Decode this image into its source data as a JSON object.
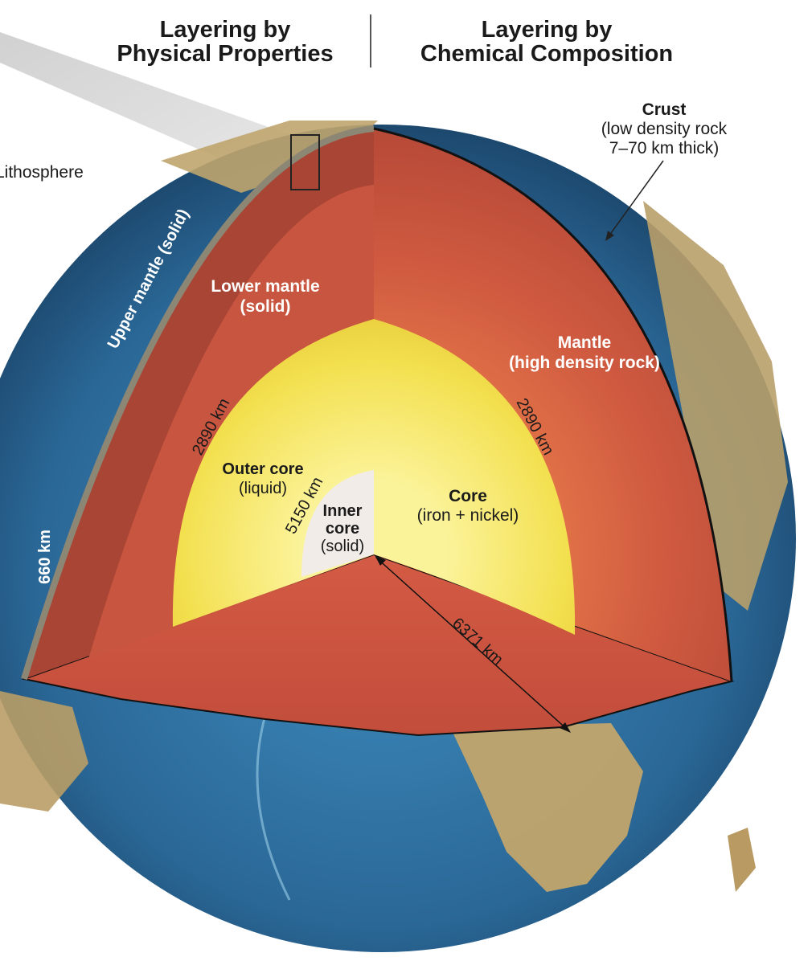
{
  "headers": {
    "physical": {
      "line1": "Layering by",
      "line2": "Physical Properties"
    },
    "chemical": {
      "line1": "Layering by",
      "line2": "Chemical Composition"
    }
  },
  "labels": {
    "lithosphere": "Lithosphere",
    "upper_mantle": "Upper mantle (solid)",
    "lower_mantle": {
      "line1": "Lower mantle",
      "line2": "(solid)"
    },
    "outer_core": {
      "line1": "Outer core",
      "line2": "(liquid)"
    },
    "inner_core": {
      "line1": "Inner",
      "line2": "core",
      "line3": "(solid)"
    },
    "crust": {
      "line1": "Crust",
      "line2": "(low density rock",
      "line3": "7–70 km thick)"
    },
    "mantle": {
      "line1": "Mantle",
      "line2": "(high density rock)"
    },
    "core": {
      "line1": "Core",
      "line2": "(iron + nickel)"
    }
  },
  "measurements": {
    "d660": "660 km",
    "d2890_left": "2890 km",
    "d2890_right": "2890 km",
    "d5150": "5150 km",
    "d6371": "6371 km"
  },
  "colors": {
    "mantle": "#c8553f",
    "mantle_dark": "#a94535",
    "outer_core": "#f3e04f",
    "inner_core": "#f2ece8",
    "ocean": "#2d6f9e",
    "land": "#c2a56c"
  }
}
